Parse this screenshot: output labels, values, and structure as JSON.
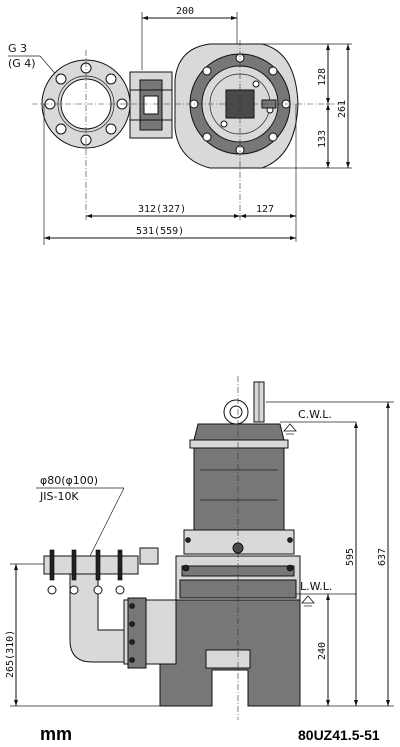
{
  "top_view": {
    "dim_top": "200",
    "flange_label_1": "G 3",
    "flange_label_2": "(G 4)",
    "dim_128": "128",
    "dim_133": "133",
    "dim_261": "261",
    "dim_312": "312(327)",
    "dim_127": "127",
    "dim_531": "531(559)"
  },
  "side_view": {
    "cwl": "C.W.L.",
    "lwl": "L.W.L.",
    "dim_637": "637",
    "dim_595": "595",
    "dim_240": "240",
    "dim_265": "265(310)",
    "pipe_dia": "φ80(φ100)",
    "pipe_std": "JIS-10K"
  },
  "footer": {
    "unit": "mm",
    "model": "80UZ41.5-51"
  }
}
